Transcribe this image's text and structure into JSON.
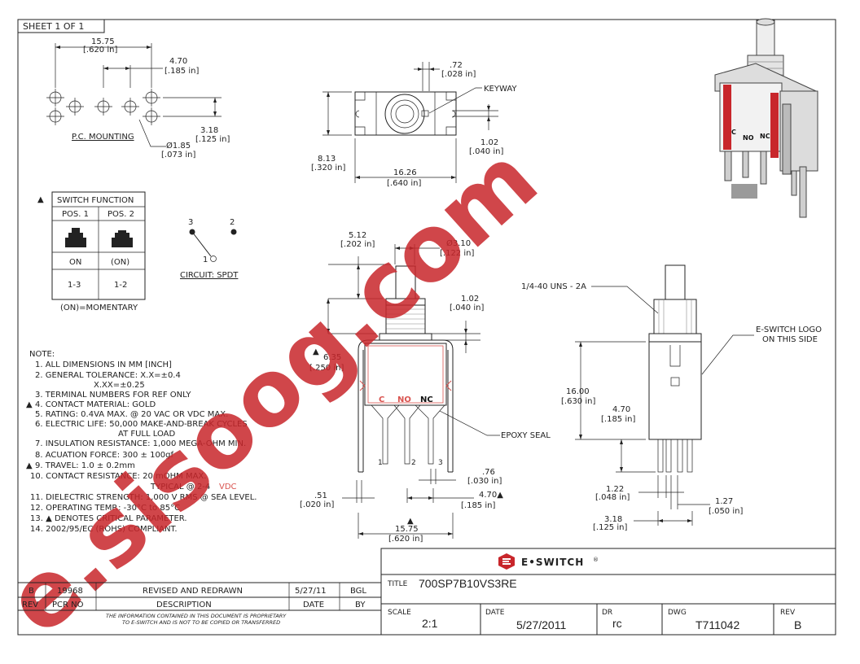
{
  "sheet_label": "SHEET 1 OF 1",
  "pc_mounting": {
    "label": "P.C. MOUNTING",
    "dim_overall": [
      "15.75",
      "[.620 in]"
    ],
    "dim_pitch": [
      "4.70",
      "[.185 in]"
    ],
    "dim_row": [
      "3.18",
      "[.125 in]"
    ],
    "dim_hole": [
      "Ø1.85",
      "[.073 in]"
    ]
  },
  "top_view": {
    "dim_keyway_width": [
      ".72",
      "[.028 in]"
    ],
    "keyway_label": "KEYWAY",
    "dim_keyway_depth": [
      "1.02",
      "[.040 in]"
    ],
    "dim_height": [
      "8.13",
      "[.320 in]"
    ],
    "dim_length": [
      "16.26",
      "[.640 in]"
    ]
  },
  "switch_function": {
    "marker": "▲",
    "title": "SWITCH FUNCTION",
    "col1": "POS. 1",
    "col2": "POS. 2",
    "state1": "ON",
    "state2": "(ON)",
    "term1": "1-3",
    "term2": "1-2",
    "footnote": "(ON)=MOMENTARY"
  },
  "circuit": {
    "t3": "3",
    "t2": "2",
    "t1": "1",
    "label": "CIRCUIT: SPDT"
  },
  "front_view": {
    "dim_plunger_offset": [
      "5.12",
      "[.202 in]"
    ],
    "dim_plunger_dia": [
      "Ø3.10",
      "[.122 in]"
    ],
    "dim_flange": [
      "1.02",
      "[.040 in]"
    ],
    "dim_travel": [
      "6.35",
      "[.250 in]"
    ],
    "travel_marker": "▲",
    "term_c": "C",
    "term_no": "NO",
    "term_nc": "NC",
    "pin1": "1",
    "pin2": "2",
    "pin3": "3",
    "epoxy": "EPOXY SEAL",
    "dim_pin_thick": [
      ".51",
      "[.020 in]"
    ],
    "dim_pin_width": [
      ".76",
      "[.030 in]"
    ],
    "dim_pin_pitch": [
      "4.70▲",
      "[.185 in]"
    ],
    "dim_pin_span_marker": "▲",
    "dim_pin_span": [
      "15.75",
      "[.620 in]"
    ]
  },
  "side_view": {
    "thread": "1/4-40 UNS - 2A",
    "logo_note": [
      "E-SWITCH LOGO",
      "ON THIS SIDE"
    ],
    "dim_body": [
      "16.00",
      "[.630 in]"
    ],
    "dim_pin_len": [
      "4.70",
      "[.185 in]"
    ],
    "dim_pin_a": [
      "1.22",
      "[.048 in]"
    ],
    "dim_pin_b": [
      "1.27",
      "[.050 in]"
    ],
    "dim_pin_c": [
      "3.18",
      "[.125 in]"
    ]
  },
  "notes": {
    "heading": "NOTE:",
    "lines": [
      "1. ALL DIMENSIONS IN MM [INCH]",
      "2. GENERAL TOLERANCE: X.X=±0.4",
      "X.XX=±0.25",
      "3. TERMINAL NUMBERS FOR REF ONLY",
      "4. CONTACT MATERIAL: GOLD",
      "5. RATING: 0.4VA MAX. @ 20 VAC OR VDC MAX.",
      "6. ELECTRIC LIFE: 50,000 MAKE-AND-BREAK CYCLES",
      "AT FULL LOAD",
      "7. INSULATION RESISTANCE: 1,000 MEGA-OHM MIN.",
      "8. ACUATION FORCE: 300 ± 100gf",
      "9. TRAVEL: 1.0 ± 0.2mm",
      "10. CONTACT RESISTANCE: 20 mOHM MAX.",
      "TYPICAL @ 2-4",
      "11. DIELECTRIC STRENGTH: 1,000 V RMS @ SEA LEVEL.",
      "12. OPERATING TEMP.: -30°C to 85°C",
      "13. ▲ DENOTES CRITICAL PARAMETER.",
      "14. 2002/95/EC (ROHS) COMPLIANT."
    ],
    "vdc": "VDC",
    "marker": "▲"
  },
  "revision": {
    "rev": "B",
    "pcr": "19968",
    "desc": "REVISED AND REDRAWN",
    "date": "5/27/11",
    "by": "BGL",
    "h_rev": "REV",
    "h_pcr": "PCR NO",
    "h_desc": "DESCRIPTION",
    "h_date": "DATE",
    "h_by": "BY",
    "proprietary": [
      "THE INFORMATION CONTAINED IN THIS DOCUMENT IS PROPRIETARY",
      "TO E-SWITCH AND IS NOT TO BE COPIED OR TRANSFERRED"
    ]
  },
  "title_block": {
    "brand": "E•SWITCH",
    "brand_mark": "®",
    "title_label": "TITLE",
    "title": "700SP7B10VS3RE",
    "scale_label": "SCALE",
    "scale": "2:1",
    "date_label": "DATE",
    "date": "5/27/2011",
    "dr_label": "DR",
    "dr": "rc",
    "dwg_label": "DWG",
    "dwg": "T711042",
    "rev_label": "REV",
    "rev": "B"
  },
  "watermark": "e.sisoog.com",
  "colors": {
    "accent": "#d9534f",
    "brand": "#c8262b",
    "ink": "#222222"
  }
}
